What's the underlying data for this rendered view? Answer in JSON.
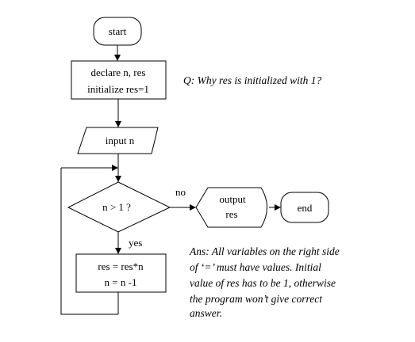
{
  "flowchart": {
    "start": "start",
    "declare_line1": "declare n, res",
    "declare_line2": "initialize res=1",
    "input": "input n",
    "decision": "n > 1 ?",
    "no_label": "no",
    "yes_label": "yes",
    "output_line1": "output",
    "output_line2": "res",
    "end": "end",
    "process_line1": "res = res*n",
    "process_line2": "n = n -1"
  },
  "notes": {
    "question": "Q: Why res is initialized with 1?",
    "answer_lines": [
      "Ans: All variables on the right side",
      "of ‘=’ must have values. Initial",
      "value of res has to be 1, otherwise",
      "the program won’t give correct",
      "answer."
    ]
  }
}
